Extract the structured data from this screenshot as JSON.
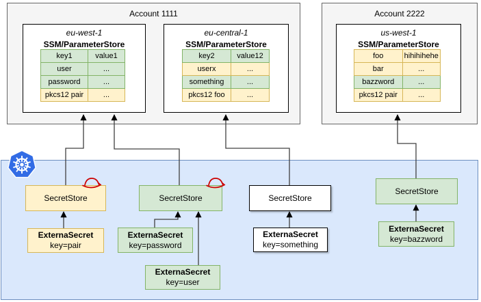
{
  "accounts": [
    {
      "title": "Account 1111",
      "regions": [
        {
          "name": "eu-west-1",
          "store_title": "SSM/ParameterStore",
          "rows": [
            {
              "key": "key1",
              "value": "value1",
              "color": "green"
            },
            {
              "key": "user",
              "value": "...",
              "color": "green"
            },
            {
              "key": "password",
              "value": "...",
              "color": "green"
            },
            {
              "key": "pkcs12 pair",
              "value": "...",
              "color": "yellow"
            }
          ]
        },
        {
          "name": "eu-central-1",
          "store_title": "SSM/ParameterStore",
          "rows": [
            {
              "key": "key2",
              "value": "value12",
              "color": "green"
            },
            {
              "key": "userx",
              "value": "...",
              "color": "yellow"
            },
            {
              "key": "something",
              "value": "...",
              "color": "green"
            },
            {
              "key": "pkcs12 foo",
              "value": "...",
              "color": "yellow"
            }
          ]
        }
      ]
    },
    {
      "title": "Account 2222",
      "regions": [
        {
          "name": "us-west-1",
          "store_title": "SSM/ParameterStore",
          "rows": [
            {
              "key": "foo",
              "value": "hihihihehe",
              "color": "yellow"
            },
            {
              "key": "bar",
              "value": "...",
              "color": "yellow"
            },
            {
              "key": "bazzword",
              "value": "...",
              "color": "green"
            },
            {
              "key": "pkcs12 pair",
              "value": "...",
              "color": "yellow"
            }
          ]
        }
      ]
    }
  ],
  "cluster": {
    "secret_stores": [
      {
        "label": "SecretStore",
        "variant": "yellow",
        "redhat_icon": true
      },
      {
        "label": "SecretStore",
        "variant": "green",
        "redhat_icon": true
      },
      {
        "label": "SecretStore",
        "variant": "white",
        "redhat_icon": false
      },
      {
        "label": "SecretStore",
        "variant": "green",
        "redhat_icon": false
      }
    ],
    "external_secrets": [
      {
        "title": "ExternaSecret",
        "key": "key=pair",
        "variant": "yellow"
      },
      {
        "title": "ExternaSecret",
        "key": "key=password",
        "variant": "green"
      },
      {
        "title": "ExternaSecret",
        "key": "key=user",
        "variant": "green"
      },
      {
        "title": "ExternaSecret",
        "key": "key=something",
        "variant": "white"
      },
      {
        "title": "ExternaSecret",
        "key": "key=bazzword",
        "variant": "green"
      }
    ]
  },
  "icons": {
    "kubernetes": "kubernetes-logo",
    "redhat": "red-hat-fedora-icon"
  },
  "colors": {
    "green_fill": "#d5e8d4",
    "green_border": "#82b366",
    "yellow_fill": "#fff2cc",
    "yellow_border": "#d6b656",
    "account_fill": "#f5f5f5",
    "account_border": "#666666",
    "cluster_fill": "#dae8fc",
    "cluster_border": "#6c8ebf",
    "kubernetes_blue": "#326ce5",
    "redhat_red": "#cc0000",
    "arrow": "#404040"
  }
}
